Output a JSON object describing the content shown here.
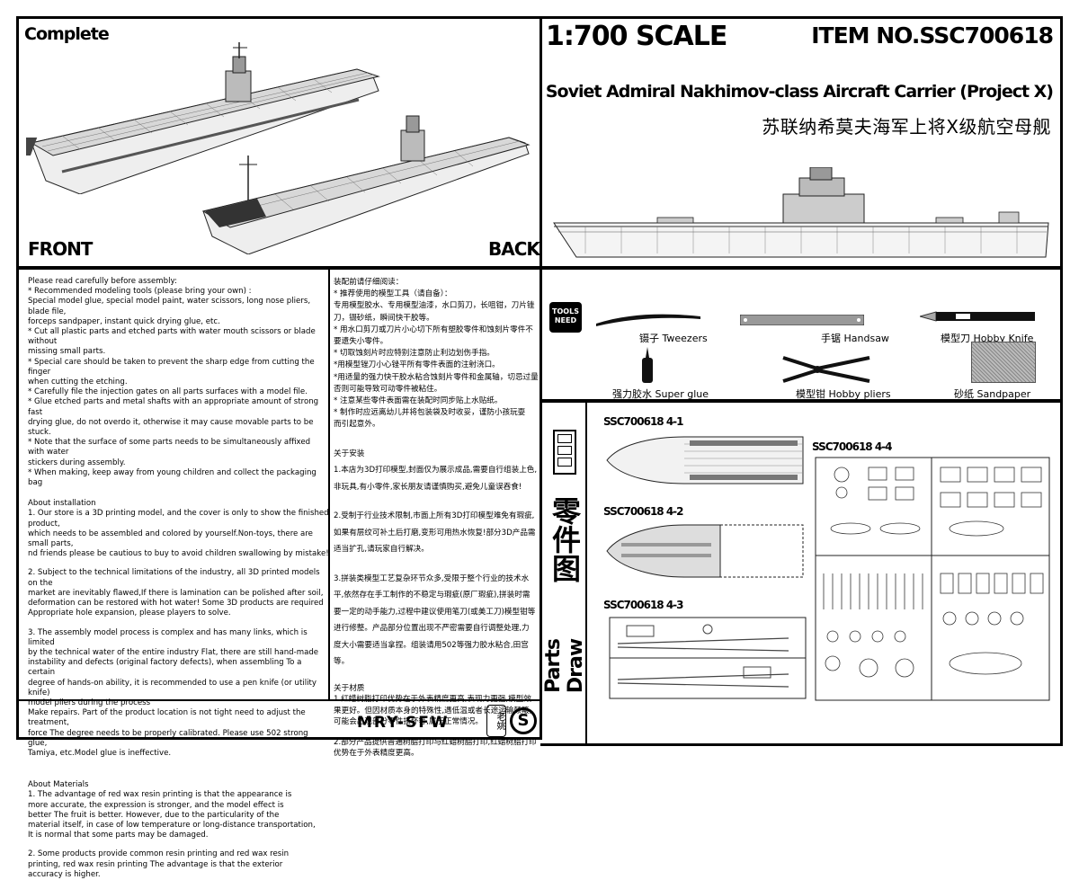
{
  "top_left": {
    "complete_label": "Complete",
    "front_label": "FRONT",
    "back_label": "BACK"
  },
  "header": {
    "scale": "1:700 SCALE",
    "item_no": "ITEM NO.SSC700618",
    "title_en": "Soviet Admiral Nakhimov-class Aircraft Carrier (Project X)",
    "title_cn": "苏联纳希莫夫海军上将X级航空母舰"
  },
  "tools": {
    "badge": [
      "TOOLS",
      "NEED"
    ],
    "items": [
      {
        "label": "镊子  Tweezers",
        "icon": "tweezers-icon"
      },
      {
        "label": "手锯  Handsaw",
        "icon": "handsaw-icon"
      },
      {
        "label": "模型刀 Hobby Knife",
        "icon": "hobby-knife-icon"
      },
      {
        "label": "强力胶水  Super glue",
        "icon": "super-glue-icon"
      },
      {
        "label": "模型钳  Hobby pliers",
        "icon": "hobby-pliers-icon"
      },
      {
        "label": "砂纸  Sandpaper",
        "icon": "sandpaper-icon"
      }
    ]
  },
  "instructions_en": {
    "intro": [
      "Please read carefully before assembly:",
      " * Recommended modeling tools (please bring your own) :",
      "Special model glue, special model paint, water scissors, long nose pliers, blade file,",
      "  forceps sandpaper, instant quick drying glue, etc.",
      " * Cut all plastic parts and etched parts with water mouth scissors or blade without",
      "missing small parts.",
      " * Special care should be taken to prevent the sharp edge from cutting the finger",
      "when cutting the etching.",
      " * Carefully file the injection gates on all parts surfaces with a model file.",
      " * Glue etched parts and metal shafts with an appropriate amount of strong fast",
      "drying glue, do not overdo it, otherwise it may cause movable parts to be stuck.",
      " * Note that the surface of some parts needs to be simultaneously affixed with water",
      "stickers during assembly.",
      " * When making, keep away from young children and collect the packaging bag"
    ],
    "about_installation_title": "About installation",
    "installation": [
      [
        "1. Our store is a 3D printing model, and the cover is only to show the finished product,",
        "which needs to be assembled and colored by yourself.Non-toys, there are small parts,",
        "nd friends please be cautious to buy to avoid children swallowing by mistake!"
      ],
      [
        "2. Subject to the technical limitations of the industry, all 3D printed models on the",
        " market are inevitably flawed,If there is lamination can be polished after soil,",
        "deformation can be restored with hot water! Some 3D products are required",
        "Appropriate hole expansion, please players to solve."
      ],
      [
        "3. The assembly model process is complex and has many links, which is limited",
        "by the technical water of the entire industry Flat, there are still hand-made",
        "instability and defects (original factory defects), when assembling To a certain",
        "degree of hands-on ability, it is recommended to use a pen knife (or utility knife)",
        "model pliers during the process",
        "Make repairs. Part of the product location is not tight need to adjust the treatment,",
        " force The degree needs to be properly calibrated. Please use 502 strong glue,",
        "Tamiya, etc.Model glue is ineffective."
      ]
    ],
    "about_materials_title": "About Materials",
    "materials": [
      [
        "1. The advantage of red wax resin printing is that the appearance is",
        "more accurate, the expression is stronger, and the model effect is",
        "better The fruit is better. However, due to the particularity of the",
        "material itself, in case of low temperature or long-distance transportation,",
        "It is normal that some parts may be damaged."
      ],
      [
        "2. Some products provide common resin printing and red wax resin",
        "printing, red wax resin printing The advantage is that the exterior",
        "accuracy is higher."
      ]
    ]
  },
  "instructions_cn": {
    "intro": [
      "装配前请仔细阅读：",
      " * 推荐使用的模型工具（请自备）：",
      "专用模型胶水、专用模型油漆，水口剪刀，长咀钳，刀片锉",
      "刀，镊砂纸，瞬间快干胶等。",
      " * 用水口剪刀或刀片小心切下所有塑胶零件和蚀刻片零件不",
      "要遗失小零件。",
      " * 切取蚀刻片时应特别注意防止利边划伤手指。",
      " *用模型锉刀小心锉平所有零件表面的注射浇口。",
      " *用适量的强力快干胶水粘合蚀刻片零件和金属轴，切忌过量",
      "否则可能导致可动零件被粘住。",
      " * 注意某些零件表面需在装配时同步贴上水贴纸。",
      " * 制作时应远离幼儿并将包装袋及时收妥，谨防小孩玩耍",
      "而引起意外。"
    ],
    "about_installation_title": "关于安装",
    "installation": [
      [
        "1.本店为3D打印模型,封面仅为展示成品,需要自行组装上色,",
        "非玩具,有小零件,家长朋友请谨慎购买,避免儿童误吞食!"
      ],
      [
        "2.受制于行业技术限制,市面上所有3D打印模型难免有瑕疵,",
        "如果有层纹可补土后打磨,变形可用热水恢复!部分3D产品需",
        "适当扩孔,请玩家自行解决。"
      ],
      [
        "3.拼装类模型工艺复杂环节众多,受限于整个行业的技术水",
        "平,依然存在手工制作的不稳定与瑕疵(原厂瑕疵),拼装时需",
        "要一定的动手能力,过程中建议使用笔刀(或美工刀)模型钳等",
        "进行修整。产品部分位置出现不严密需要自行调整处理,力",
        "度大小需要适当拿捏。组装请用502等强力胶水粘合,田宫等。"
      ]
    ],
    "about_materials_title": "关于材质",
    "materials": [
      [
        "1.红蜡树脂打印优势在于外表精度更高,表现力更强,模型效",
        "果更好。但因材质本身的特殊性,遇低温或者长途运输颠簸,",
        "可能会出现部分零件损坏等,属于正常情况。"
      ],
      [
        "2.部分产品提供普通树脂打印与红蜡树脂打印,红蜡树脂打印",
        "优势在于外表精度更高。"
      ]
    ]
  },
  "footer": {
    "brand": "MRY-SFW",
    "seal_text": "老姚"
  },
  "parts": {
    "vertical_cn": "零件图",
    "vertical_en": "Parts Draw",
    "sheets": [
      {
        "label": "SSC700618 4-1"
      },
      {
        "label": "SSC700618 4-2"
      },
      {
        "label": "SSC700618 4-3"
      },
      {
        "label": "SSC700618 4-4"
      }
    ]
  }
}
